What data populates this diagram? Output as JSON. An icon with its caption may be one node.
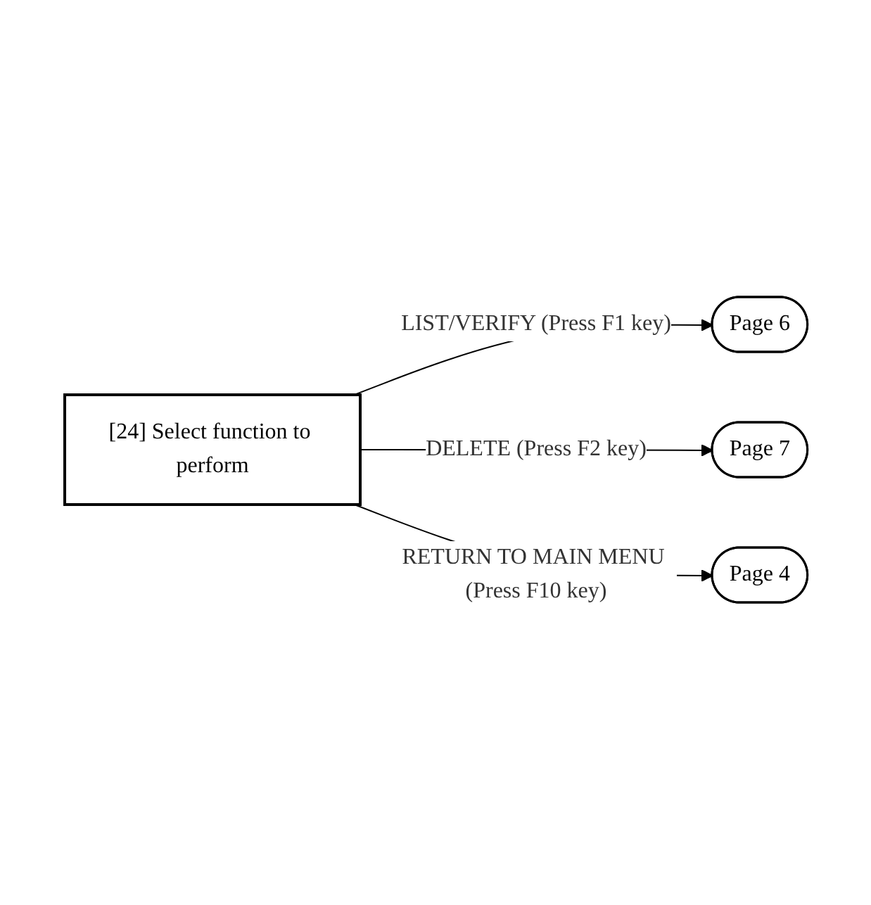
{
  "diagram": {
    "nodes": [
      {
        "text": [
          "[24] Select function to perform"
        ]
      },
      {
        "text": [
          "Page 6"
        ]
      },
      {
        "text": [
          "Page 7"
        ]
      },
      {
        "text": [
          "Page 4"
        ]
      }
    ],
    "edges": [
      {
        "from": 0,
        "to": 1,
        "arrow": "to",
        "label": "LIST/VERIFY (Press F1 key)"
      },
      {
        "from": 0,
        "to": 2,
        "arrow": "to",
        "label": "DELETE (Press F2 key)"
      },
      {
        "from": 0,
        "to": 3,
        "arrow": "to",
        "label": "RETURN TO MAIN MENU (Press F10 key)"
      }
    ]
  }
}
